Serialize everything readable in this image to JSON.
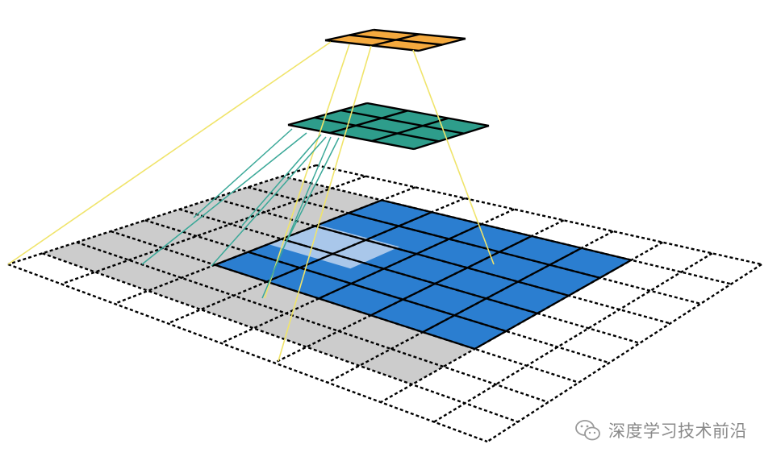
{
  "diagram": {
    "description_type": "dilated-convolution-receptive-field",
    "input_grid": {
      "rows": 9,
      "cols": 9
    },
    "top_map": {
      "rows": 2,
      "cols": 2
    },
    "middle_map": {
      "rows": 3,
      "cols": 3
    },
    "blue_region": {
      "rows": 5,
      "cols": 5
    },
    "grey_region": {
      "rows": 7,
      "cols": 7
    },
    "colors": {
      "top": "#f4a93e",
      "middle": "#2e9d8b",
      "blue": "#2b7ed0",
      "grey": "#cccccc",
      "yellow_line": "#f0e46a",
      "teal_line": "#3aa898",
      "grid": "#000000"
    }
  },
  "watermark": {
    "text": "深度学习技术前沿",
    "icon": "wechat-icon"
  }
}
